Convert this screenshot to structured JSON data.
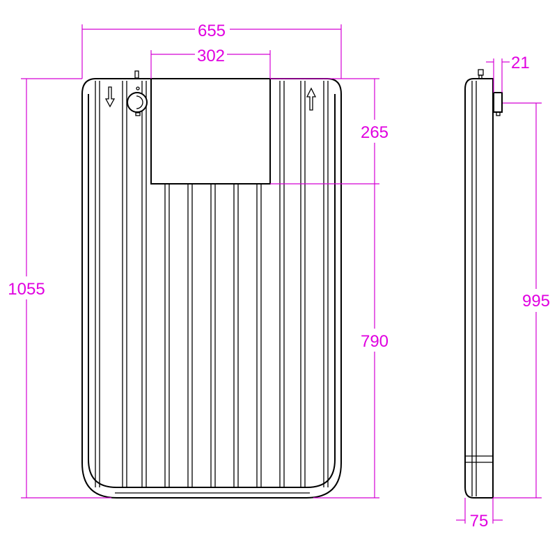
{
  "colors": {
    "line": "#000000",
    "dimension": "#e000e0"
  },
  "dimensions": {
    "overall_width": "655",
    "panel_width": "302",
    "panel_height": "265",
    "lower_height": "790",
    "overall_height": "1055",
    "side_height": "995",
    "side_offset": "21",
    "depth": "75"
  },
  "icons": [
    "arrow-down-icon",
    "arrow-up-icon",
    "valve-icon"
  ]
}
